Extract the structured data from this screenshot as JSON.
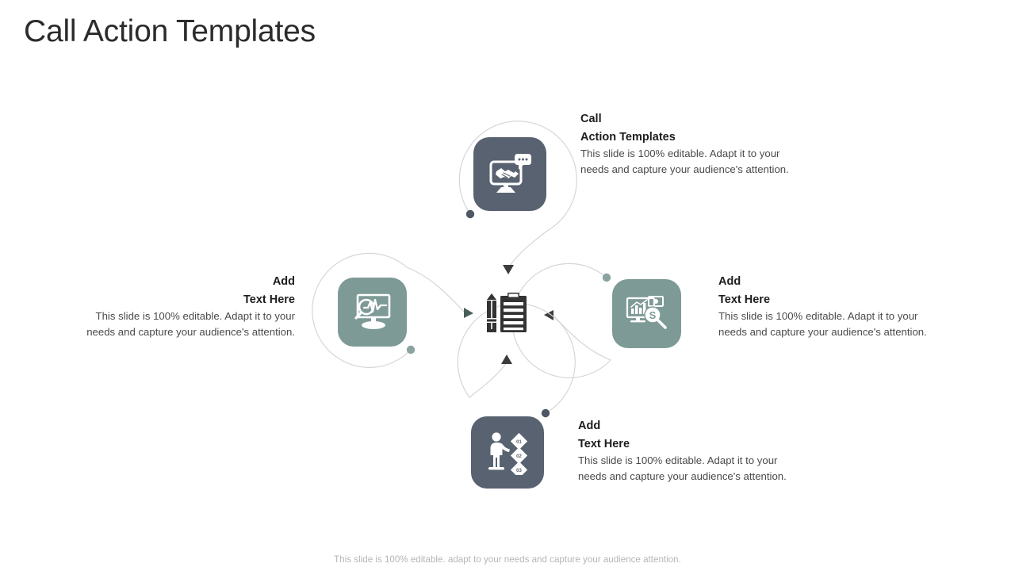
{
  "slide": {
    "title": "Call Action Templates",
    "footer_note": "This slide is 100% editable. adapt to your needs and capture your audience attention."
  },
  "colors": {
    "title_text": "#2b2b2b",
    "heading_text": "#1d1d1d",
    "body_text": "#4a4a4a",
    "footer_text": "#b6b6b6",
    "tile_dark": "#586271",
    "tile_teal": "#7e9a97",
    "ring_stroke": "#d6d6d6",
    "connector_stroke": "#a9a9a9",
    "dot_dark": "#4e5765",
    "dot_teal": "#8aa3a0",
    "center_icon": "#333333"
  },
  "nodes": [
    {
      "id": "top",
      "icon_name": "handshake-monitor-icon",
      "tile_color": "#586271",
      "heading_line1": "Call",
      "heading_line2": "Action Templates",
      "body": "This slide is 100% editable. Adapt it to your needs and capture your audience's attention."
    },
    {
      "id": "left",
      "icon_name": "monitor-analytics-search-icon",
      "tile_color": "#7e9a97",
      "heading_line1": "Add",
      "heading_line2": "Text Here",
      "body": "This slide is 100% editable. Adapt it to your needs and capture your audience's attention."
    },
    {
      "id": "right",
      "icon_name": "financial-analysis-search-icon",
      "tile_color": "#7e9a97",
      "heading_line1": "Add",
      "heading_line2": "Text Here",
      "body": "This slide is 100% editable. Adapt it to your needs and capture your audience's attention."
    },
    {
      "id": "bottom",
      "icon_name": "person-steps-icon",
      "tile_color": "#586271",
      "heading_line1": "Add",
      "heading_line2": "Text Here",
      "body": "This slide is 100% editable. Adapt it to your needs and capture your audience's attention.",
      "step_labels": [
        "01",
        "02",
        "03"
      ]
    }
  ],
  "center": {
    "icon_name": "clipboard-pencil-icon"
  }
}
